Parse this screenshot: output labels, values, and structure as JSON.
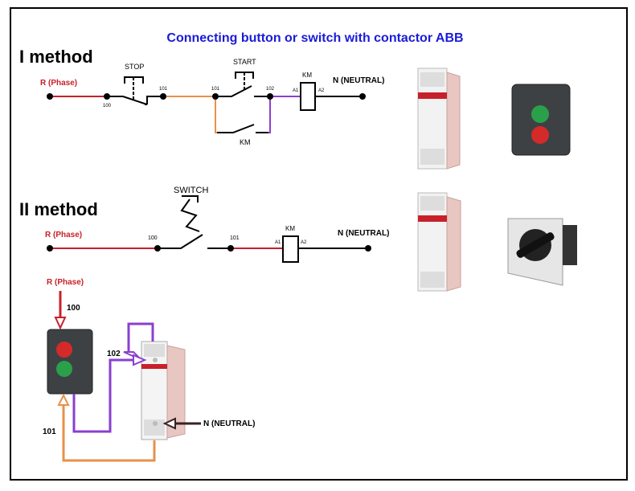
{
  "title": "Connecting button or switch with contactor ABB",
  "colors": {
    "title": "#1b1bd8",
    "phase": "#c8202a",
    "orange": "#e8914a",
    "purple": "#8a3fd0",
    "black": "#000000"
  },
  "method1": {
    "heading": "I method",
    "phase_label": "R (Phase)",
    "stop_label": "STOP",
    "start_label": "START",
    "km_coil_label": "KM",
    "km_contact_label": "KM",
    "neutral_label": "N (NEUTRAL)",
    "wire_100": "100",
    "wire_101a": "101",
    "wire_101b": "101",
    "wire_102": "102",
    "a1": "A1",
    "a2": "A2"
  },
  "method2": {
    "heading": "II method",
    "phase_label": "R (Phase)",
    "switch_label": "SWITCH",
    "km_label": "KM",
    "neutral_label": "N (NEUTRAL)",
    "wire_100": "100",
    "wire_101": "101",
    "a1": "A1",
    "a2": "A2"
  },
  "wiring": {
    "phase_label": "R (Phase)",
    "wire_100": "100",
    "wire_101": "101",
    "wire_102": "102",
    "neutral_label": "N (NEUTRAL)"
  }
}
